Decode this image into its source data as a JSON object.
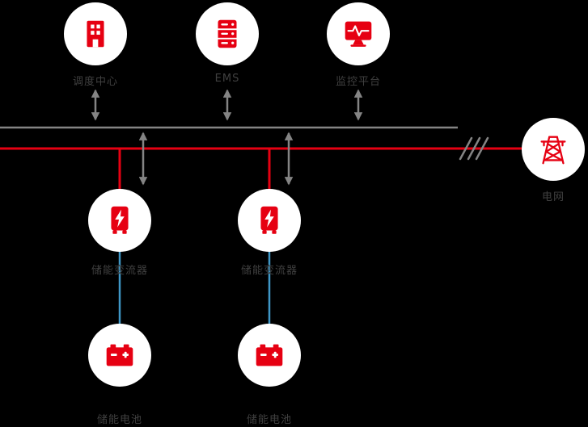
{
  "diagram": {
    "background_color": "#000000",
    "node_background": "#ffffff",
    "colors": {
      "accent_red": "#e60012",
      "comm_gray": "#848484",
      "dc_blue": "#3f97c6",
      "label_text": "#404040"
    },
    "nodes": {
      "dispatch_center": {
        "label": "调度中心",
        "icon": "building-icon"
      },
      "ems": {
        "label": "EMS",
        "icon": "server-icon"
      },
      "monitor_platform": {
        "label": "监控平台",
        "icon": "monitor-waveform-icon"
      },
      "grid": {
        "label": "电网",
        "icon": "transmission-tower-icon"
      },
      "pcs_left": {
        "label": "储能变流器",
        "icon": "converter-bolt-icon"
      },
      "pcs_right": {
        "label": "储能变流器",
        "icon": "converter-bolt-icon"
      },
      "battery_left": {
        "label": "储能电池",
        "icon": "battery-icon"
      },
      "battery_right": {
        "label": "储能电池",
        "icon": "battery-icon"
      }
    }
  }
}
